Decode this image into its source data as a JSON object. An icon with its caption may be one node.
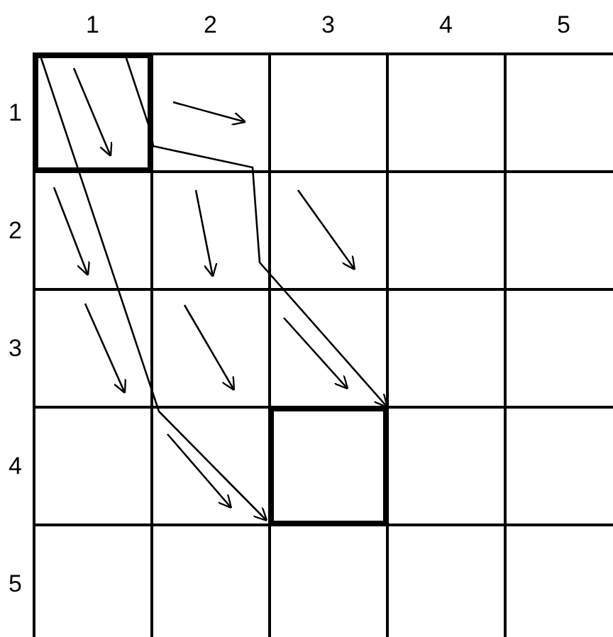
{
  "diagram": {
    "nodes": [
      {
        "text": [],
        "shape": "box"
      },
      {
        "text": [],
        "shape": "box"
      }
    ],
    "edges": [
      {
        "from": 0,
        "to": 1,
        "arrow": "to"
      },
      {
        "from": 0,
        "to": 1,
        "arrow": "to"
      }
    ],
    "labels": [
      "1",
      "2",
      "3",
      "4",
      "5",
      "1",
      "2",
      "3",
      "4",
      "5"
    ]
  }
}
